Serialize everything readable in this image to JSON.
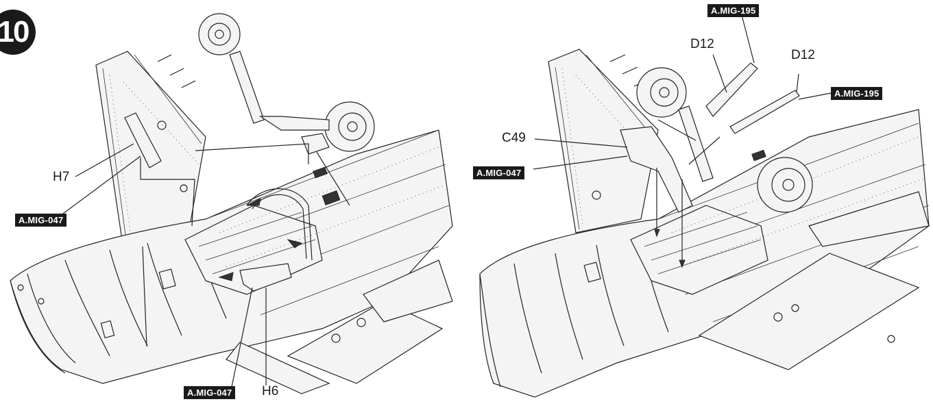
{
  "step": {
    "number": "10"
  },
  "left_view": {
    "labels": {
      "h7": "H7",
      "h6": "H6"
    },
    "paint_tags": {
      "upper": "A.MIG-047",
      "lower": "A.MIG-047"
    }
  },
  "right_view": {
    "labels": {
      "d12_left": "D12",
      "d12_right": "D12",
      "c49": "C49"
    },
    "paint_tags": {
      "top": "A.MIG-195",
      "right": "A.MIG-195",
      "left": "A.MIG-047"
    }
  }
}
